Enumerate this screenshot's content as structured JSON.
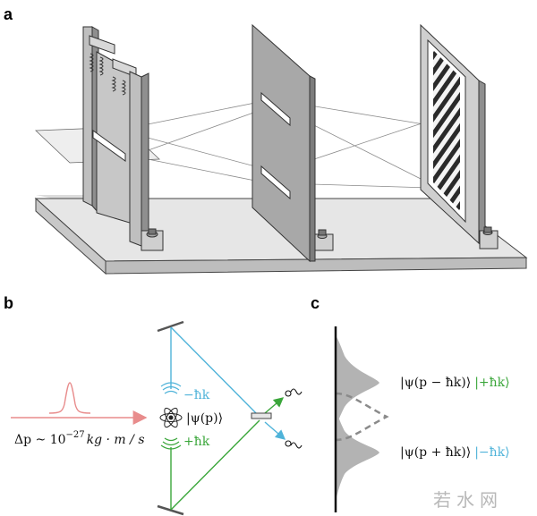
{
  "panels": {
    "a": {
      "label": "a"
    },
    "b": {
      "label": "b",
      "momentum_kick_minus": "−ħk",
      "momentum_kick_plus": "+ħk",
      "atom_state": "|ψ(p)⟩",
      "momentum_spread_prefix": "Δp ~ 10",
      "momentum_spread_exponent": "−27",
      "momentum_spread_units": "kg · m / s"
    },
    "c": {
      "label": "c",
      "state_upper_ket": "|ψ(p − ħk)⟩",
      "state_upper_tag": "|+ħk⟩",
      "state_lower_ket": "|ψ(p + ħk)⟩",
      "state_lower_tag": "|−ħk⟩"
    }
  },
  "watermark": "若水网",
  "colors": {
    "blue_beam": "#4fb3d9",
    "green_beam": "#3aa63a",
    "red_pulse": "#e88c8c",
    "gray_fill": "#b3b3b3",
    "panel_gray": "#a0a0a0"
  }
}
